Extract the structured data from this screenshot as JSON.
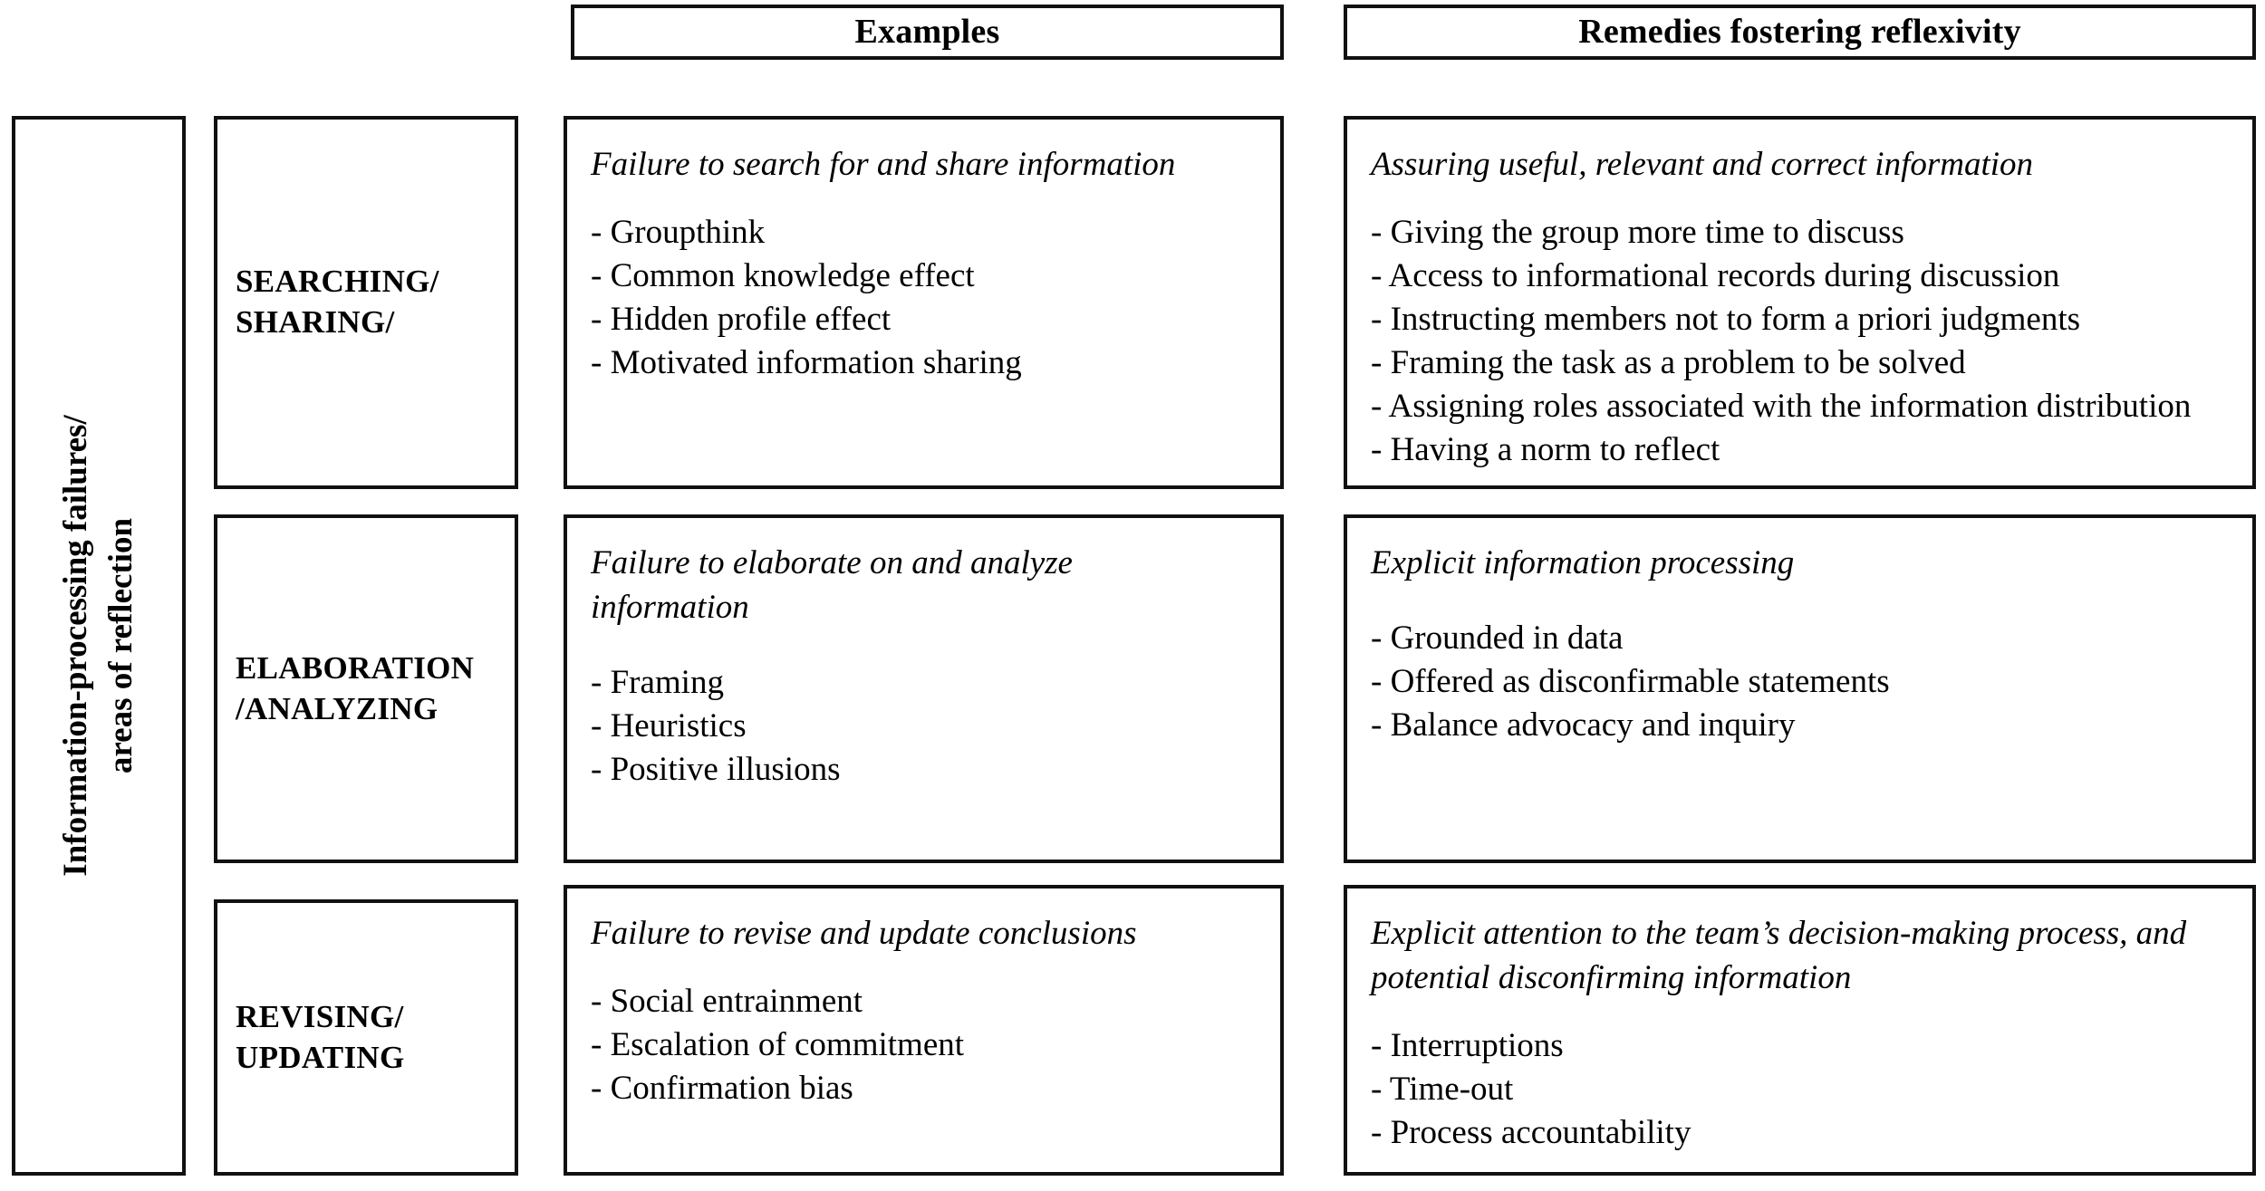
{
  "figure": {
    "spine_label_line1": "Information-processing failures/",
    "spine_label_line2": "areas of reflection",
    "columns": [
      {
        "id": "examples",
        "header": "Examples"
      },
      {
        "id": "remedies",
        "header": "Remedies fostering reflexivity"
      }
    ],
    "rows": [
      {
        "stage_line1": "SEARCHING/",
        "stage_line2": "SHARING/",
        "examples": {
          "heading": "Failure to search for and share information",
          "items": [
            "Groupthink",
            "Common knowledge effect",
            "Hidden profile effect",
            "Motivated information sharing"
          ]
        },
        "remedies": {
          "heading": "Assuring useful, relevant and correct information",
          "items": [
            "Giving the group more time to discuss",
            "Access to informational records during discussion",
            "Instructing members not to form a priori judgments",
            "Framing the task as a problem to be solved",
            "Assigning roles associated with the information distribution",
            "Having a norm to reflect"
          ]
        }
      },
      {
        "stage_line1": "ELABORATION",
        "stage_line2": "/ANALYZING",
        "examples": {
          "heading": "Failure to elaborate on and analyze information",
          "items": [
            "Framing",
            "Heuristics",
            "Positive illusions"
          ]
        },
        "remedies": {
          "heading": "Explicit information processing",
          "items": [
            "Grounded in data",
            "Offered as disconfirmable statements",
            "Balance advocacy and inquiry"
          ]
        }
      },
      {
        "stage_line1": "REVISING/",
        "stage_line2": "UPDATING",
        "examples": {
          "heading": "Failure to revise and update conclusions",
          "items": [
            "Social entrainment",
            "Escalation of commitment",
            "Confirmation bias"
          ]
        },
        "remedies": {
          "heading": "Explicit attention to the team’s decision-making process, and potential disconfirming information",
          "items": [
            "Interruptions",
            "Time-out",
            "Process accountability"
          ]
        }
      }
    ],
    "colors": {
      "border": "#111111",
      "background": "#ffffff",
      "text": "#000000"
    }
  }
}
